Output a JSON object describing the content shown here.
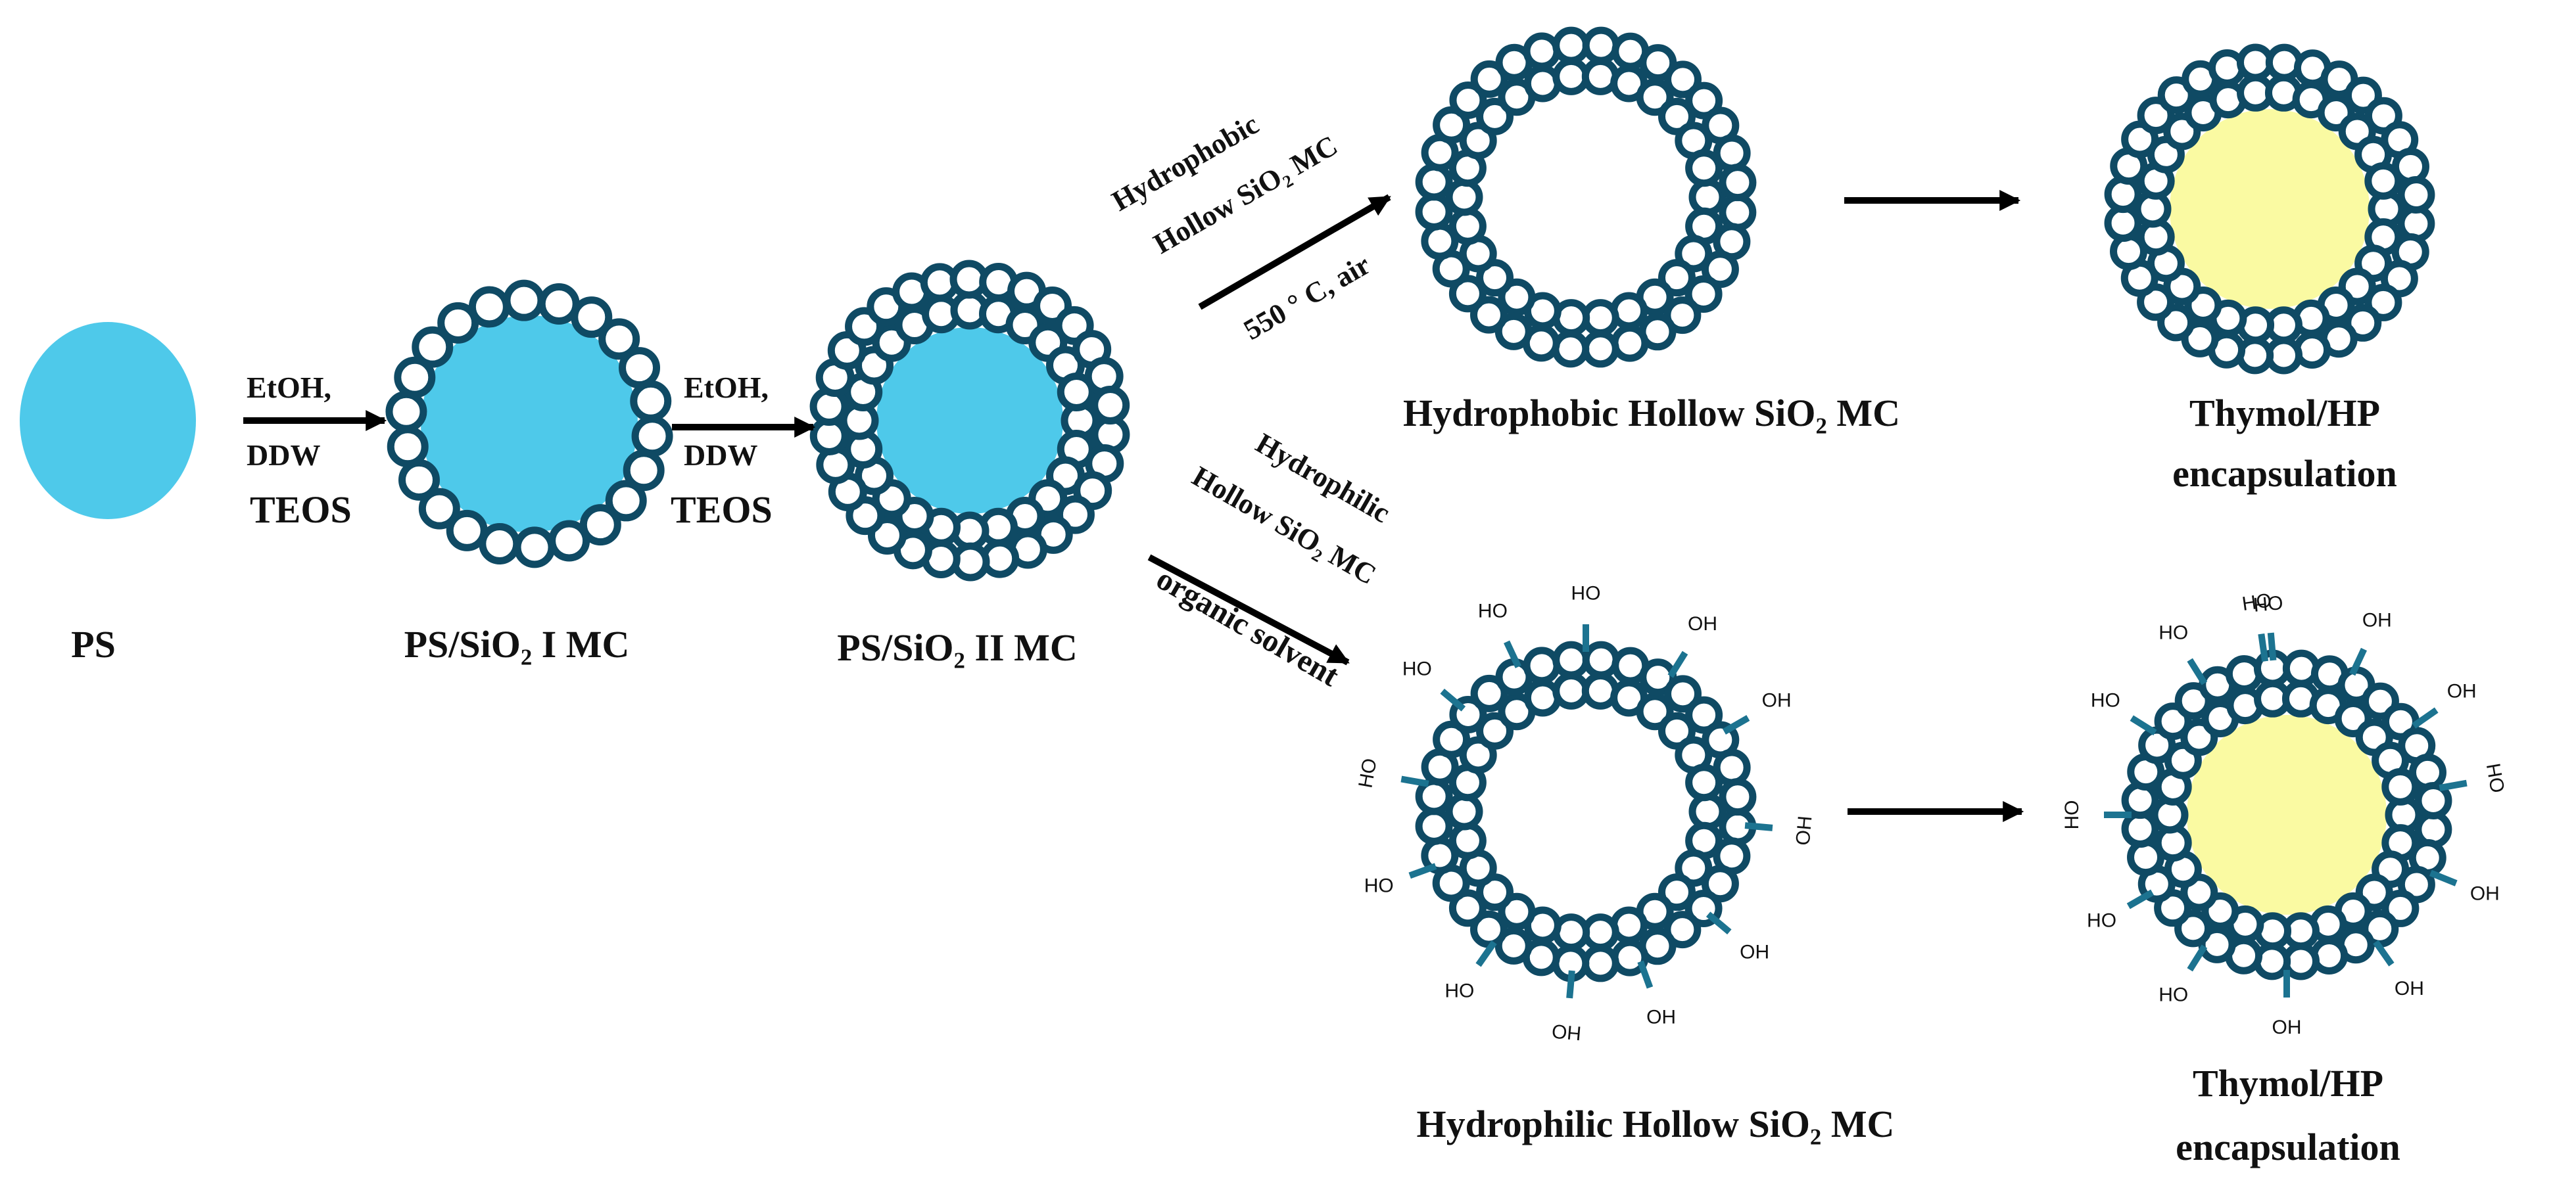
{
  "colors": {
    "shell": "#0f4a64",
    "ps_core": "#4ec9ea",
    "thymol_core": "#fafaa2",
    "text": "#111111",
    "arrow": "#000000",
    "hydroxyl_tick": "#1c7390"
  },
  "labels": {
    "ps": "PS",
    "ps_sio2_i": "PS/SiO₂ I MC",
    "ps_sio2_ii": "PS/SiO₂ II MC",
    "hydrophobic_product": "Hydrophobic Hollow SiO₂ MC",
    "hydrophilic_product": "Hydrophilic Hollow SiO₂ MC",
    "encap_top_line1": "Thymol/HP",
    "encap_top_line2": "encapsulation",
    "encap_bottom_line1": "Thymol/HP",
    "encap_bottom_line2": "encapsulation"
  },
  "steps": {
    "step1": {
      "reagent1": "EtOH,",
      "reagent2": "DDW",
      "reagent3": "TEOS"
    },
    "step2": {
      "reagent1": "EtOH,",
      "reagent2": "DDW",
      "reagent3": "TEOS"
    },
    "upper": {
      "line1": "Hydrophobic",
      "line2": "Hollow SiO₂ MC",
      "condition": "550 ° C, air"
    },
    "lower": {
      "line1": "Hydrophilic",
      "line2": "Hollow SiO₂ MC",
      "condition": "organic solvent"
    }
  },
  "hydroxyl_group": {
    "label_oh": "OH",
    "label_ho": "HO"
  }
}
